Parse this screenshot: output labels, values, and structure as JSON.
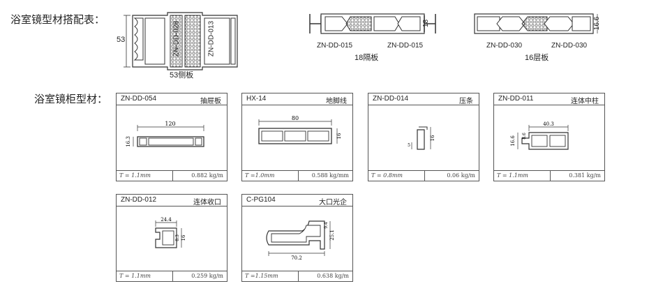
{
  "top": {
    "title": "浴室镜型材搭配表：",
    "side_panel": {
      "dim": "53",
      "code_a": "ZN-DD-028",
      "code_b": "ZN-DD-013",
      "caption": "53侧板"
    },
    "partition": {
      "code_left": "ZN-DD-015",
      "code_right": "ZN-DD-015",
      "dim": "18",
      "caption": "18隔板"
    },
    "shelf": {
      "code_left": "ZN-DD-030",
      "code_right": "ZN-DD-030",
      "dim": "16.6",
      "caption": "16层板"
    }
  },
  "cabinet_title": "浴室镜柜型材：",
  "cards": [
    {
      "code": "ZN-DD-054",
      "name": "抽屉板",
      "thickness": "T = 1.1mm",
      "weight": "0.882 kg/m",
      "dims": [
        "120",
        "16.3"
      ]
    },
    {
      "code": "HX-14",
      "name": "地脚线",
      "thickness": "T =1.0mm",
      "weight": "0.588 kg/mm",
      "dims": [
        "80",
        "16"
      ]
    },
    {
      "code": "ZN-DD-014",
      "name": "压条",
      "thickness": "T = 0.8mm",
      "weight": "0.06 kg/m",
      "dims": [
        "16",
        "5"
      ]
    },
    {
      "code": "ZN-DD-011",
      "name": "连体中柱",
      "thickness": "T = 1.1mm",
      "weight": "0.381 kg/m",
      "dims": [
        "40.3",
        "16.6",
        "8.6"
      ]
    },
    {
      "code": "ZN-DD-012",
      "name": "连体收口",
      "thickness": "T = 1.1mm",
      "weight": "0.259 kg/m",
      "dims": [
        "24.4",
        "16",
        "8.3"
      ]
    },
    {
      "code": "C-PG104",
      "name": "大口光企",
      "thickness": "T =1.15mm",
      "weight": "0.638 kg/m",
      "dims": [
        "70.2",
        "25.1",
        "9.4"
      ]
    }
  ]
}
